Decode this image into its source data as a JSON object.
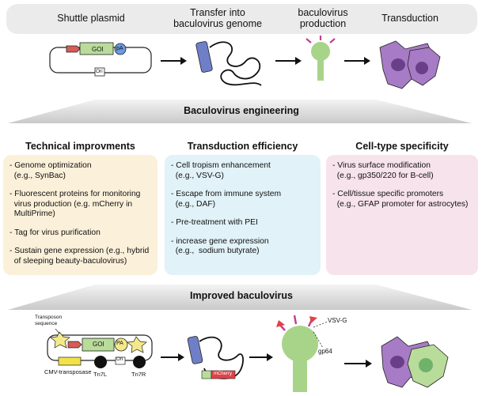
{
  "top_steps": {
    "shuttle": "Shuttle plasmid",
    "transfer": "Transfer into\nbaculovirus genome",
    "production": "baculovirus\nproduction",
    "transduction": "Transduction"
  },
  "top_plasmid": {
    "goi": "GOI",
    "pa": "pA",
    "ori": "Ori"
  },
  "banner1": "Baculovirus engineering",
  "sections": {
    "technical": {
      "heading": "Technical improvments",
      "items": [
        "- Genome optimization\n  (e.g., SynBac)",
        "- Fluorescent proteins for monitoring\n  virus production (e.g. mCherry in\n  MultiPrime)",
        "- Tag for virus purification",
        "- Sustain gene expression (e.g., hybrid\n  of sleeping beauty-baculovirus)"
      ]
    },
    "transduction": {
      "heading": "Transduction efficiency",
      "items": [
        "- Cell tropism enhancement\n  (e.g., VSV-G)",
        "- Escape from immune system\n  (e.g., DAF)",
        "- Pre-treatment with PEI",
        "- increase gene expression\n  (e.g.,  sodium butyrate)"
      ]
    },
    "celltype": {
      "heading": "Cell-type specificity",
      "items": [
        "- Virus surface modification\n  (e.g., gp350/220 for B-cell)",
        "- Cell/tissue specific promoters\n  (e.g., GFAP promoter for astrocytes)"
      ]
    }
  },
  "banner2": "Improved baculovirus",
  "bottom": {
    "transposon_seq": "Transposon\nsequence",
    "goi": "GOI",
    "pa": "PA",
    "ori": "Ori",
    "cmv": "CMV-transposase",
    "tn7l": "Tn7L",
    "tn7r": "Tn7R",
    "mcherry": "mCherry",
    "vsvg": "VSV-G",
    "gp64": "gp64"
  },
  "colors": {
    "purple": "#a77bc5",
    "green": "#a8d48a",
    "magenta": "#c2418f",
    "red": "#e0424a",
    "blue_rod": "#6f7fc7"
  }
}
